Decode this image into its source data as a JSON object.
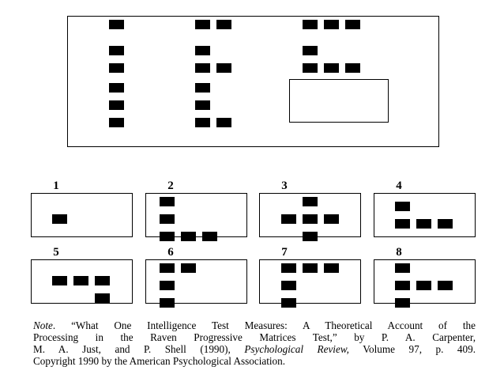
{
  "matrix": {
    "cells": [
      {
        "pattern": [
          [
            1,
            0,
            0
          ]
        ]
      },
      {
        "pattern": [
          [
            1,
            1,
            0
          ]
        ]
      },
      {
        "pattern": [
          [
            1,
            1,
            1
          ]
        ]
      },
      {
        "pattern": [
          [
            1,
            0,
            0
          ],
          [
            1,
            0,
            0
          ]
        ]
      },
      {
        "pattern": [
          [
            1,
            0,
            0
          ],
          [
            1,
            1,
            0
          ]
        ]
      },
      {
        "pattern": [
          [
            1,
            0,
            0
          ],
          [
            1,
            1,
            1
          ]
        ]
      },
      {
        "pattern": [
          [
            1,
            0,
            0
          ],
          [
            1,
            0,
            0
          ],
          [
            1,
            0,
            0
          ]
        ]
      },
      {
        "pattern": [
          [
            1,
            0,
            0
          ],
          [
            1,
            0,
            0
          ],
          [
            1,
            1,
            0
          ]
        ]
      },
      {
        "pattern": null,
        "missing": true
      }
    ]
  },
  "options": [
    {
      "number": "1",
      "pattern": [
        [
          0,
          0,
          0
        ],
        [
          1,
          0,
          0
        ],
        [
          0,
          0,
          0
        ]
      ]
    },
    {
      "number": "2",
      "pattern": [
        [
          1,
          0,
          0
        ],
        [
          1,
          0,
          0
        ],
        [
          1,
          1,
          1
        ]
      ]
    },
    {
      "number": "3",
      "pattern": [
        [
          0,
          1,
          0
        ],
        [
          1,
          1,
          1
        ],
        [
          0,
          1,
          0
        ]
      ]
    },
    {
      "number": "4",
      "pattern": [
        [
          1,
          0,
          0
        ],
        [
          1,
          1,
          1
        ]
      ]
    },
    {
      "number": "5",
      "pattern": [
        [
          1,
          1,
          1
        ],
        [
          0,
          0,
          1
        ]
      ]
    },
    {
      "number": "6",
      "pattern": [
        [
          1,
          1,
          0
        ],
        [
          1,
          0,
          0
        ],
        [
          1,
          0,
          0
        ]
      ]
    },
    {
      "number": "7",
      "pattern": [
        [
          1,
          1,
          1
        ],
        [
          1,
          0,
          0
        ],
        [
          1,
          0,
          0
        ]
      ]
    },
    {
      "number": "8",
      "pattern": [
        [
          1,
          0,
          0
        ],
        [
          1,
          1,
          1
        ],
        [
          1,
          0,
          0
        ]
      ]
    }
  ],
  "note": {
    "label": "Note",
    "text_1": ". “What One Intelligence Test Measures: A Theoretical Account of the",
    "text_2": "Processing in the Raven Progressive Matrices Test,” by P. A. Carpenter,",
    "text_3a": "M. A. Just, and P. Shell (1990), ",
    "journal": "Psychological Review,",
    "text_3b": " Volume 97, p. 409.",
    "text_4": "Copyright 1990 by the American Psychological Association."
  },
  "colors": {
    "block": "#000000",
    "border": "#000000",
    "background": "#ffffff"
  }
}
